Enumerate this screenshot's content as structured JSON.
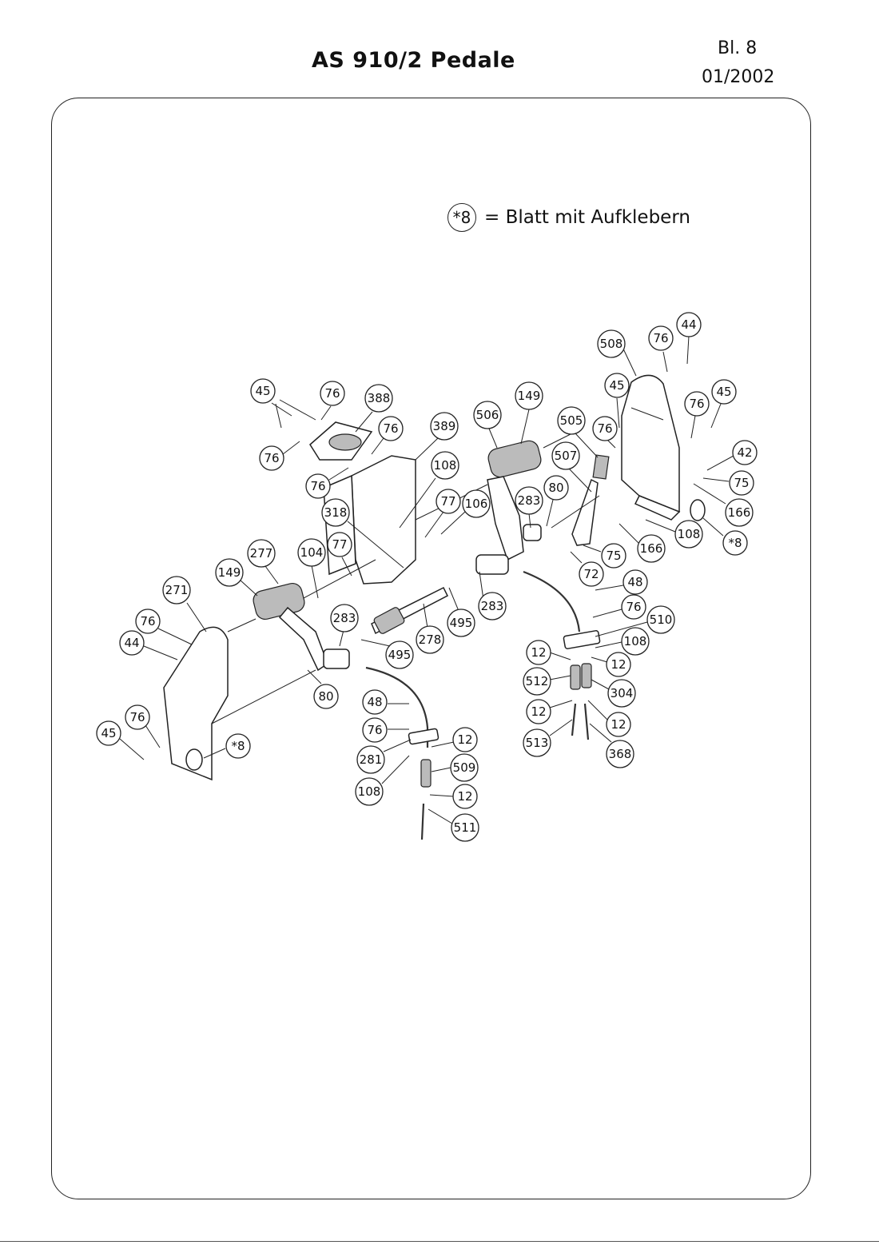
{
  "header": {
    "title": "AS 910/2 Pedale",
    "sheet": "Bl. 8",
    "date": "01/2002"
  },
  "legend": {
    "badge": "*8",
    "text": "= Blatt mit Aufklebern"
  },
  "callouts": {
    "c_508": "508",
    "c_76a": "76",
    "c_44a": "44",
    "c_45a": "45",
    "c_76b": "76",
    "c_45b": "45",
    "c_149a": "149",
    "c_506": "506",
    "c_505": "505",
    "c_76c": "76",
    "c_507": "507",
    "c_42": "42",
    "c_75a": "75",
    "c_166a": "166",
    "c_8a": "*8",
    "c_108a": "108",
    "c_166b": "166",
    "c_45c": "45",
    "c_76d": "76",
    "c_388": "388",
    "c_76e": "76",
    "c_389": "389",
    "c_76f": "76",
    "c_76g": "76",
    "c_108b": "108",
    "c_318": "318",
    "c_77a": "77",
    "c_106": "106",
    "c_283a": "283",
    "c_80a": "80",
    "c_75b": "75",
    "c_72": "72",
    "c_48a": "48",
    "c_76h": "76",
    "c_510": "510",
    "c_108c": "108",
    "c_277": "277",
    "c_149b": "149",
    "c_104": "104",
    "c_77b": "77",
    "c_271": "271",
    "c_283b": "283",
    "c_283c": "283",
    "c_495a": "495",
    "c_495b": "495",
    "c_278": "278",
    "c_76i": "76",
    "c_44b": "44",
    "c_80b": "80",
    "c_12a": "12",
    "c_12b": "12",
    "c_512": "512",
    "c_304": "304",
    "c_12c": "12",
    "c_12d": "12",
    "c_513": "513",
    "c_368": "368",
    "c_48b": "48",
    "c_76j": "76",
    "c_12e": "12",
    "c_281": "281",
    "c_509": "509",
    "c_108d": "108",
    "c_12f": "12",
    "c_511": "511",
    "c_76k": "76",
    "c_45d": "45",
    "c_8b": "*8"
  }
}
